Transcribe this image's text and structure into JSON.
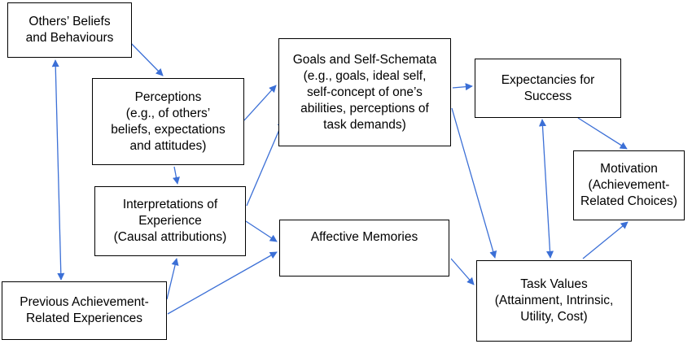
{
  "diagram": {
    "arrow_color": "#3b6fd6",
    "nodes": {
      "others_beliefs": {
        "lines": [
          "Others’ Beliefs",
          "and Behaviours"
        ]
      },
      "perceptions": {
        "lines": [
          "Perceptions",
          "(e.g., of others’",
          "beliefs, expectations",
          "and attitudes)"
        ]
      },
      "interpretations": {
        "lines": [
          "Interpretations of",
          "Experience",
          "(Causal attributions)"
        ]
      },
      "previous": {
        "lines": [
          "Previous Achievement-",
          "Related Experiences"
        ]
      },
      "goals": {
        "lines": [
          "Goals and Self-Schemata",
          "(e.g., goals, ideal self,",
          "self-concept of one’s",
          "abilities, perceptions of",
          "task demands)"
        ]
      },
      "affective": {
        "lines": [
          "Affective Memories"
        ]
      },
      "expectancies": {
        "lines": [
          "Expectancies for",
          "Success"
        ]
      },
      "motivation": {
        "lines": [
          "Motivation",
          "(Achievement-",
          "Related Choices)"
        ]
      },
      "task_values": {
        "lines": [
          "Task Values",
          "(Attainment, Intrinsic,",
          "Utility, Cost)"
        ]
      }
    },
    "edges": [
      {
        "from": "others_beliefs",
        "to": "perceptions",
        "bidirectional": false
      },
      {
        "from": "others_beliefs",
        "to": "previous",
        "bidirectional": true
      },
      {
        "from": "perceptions",
        "to": "interpretations",
        "bidirectional": false
      },
      {
        "from": "perceptions",
        "to": "goals",
        "bidirectional": false
      },
      {
        "from": "interpretations",
        "to": "goals",
        "bidirectional": false
      },
      {
        "from": "interpretations",
        "to": "affective",
        "bidirectional": false
      },
      {
        "from": "previous",
        "to": "interpretations",
        "bidirectional": false
      },
      {
        "from": "previous",
        "to": "affective",
        "bidirectional": false
      },
      {
        "from": "goals",
        "to": "expectancies",
        "bidirectional": false
      },
      {
        "from": "goals",
        "to": "task_values",
        "bidirectional": false
      },
      {
        "from": "affective",
        "to": "task_values",
        "bidirectional": false
      },
      {
        "from": "expectancies",
        "to": "task_values",
        "bidirectional": true
      },
      {
        "from": "expectancies",
        "to": "motivation",
        "bidirectional": false
      },
      {
        "from": "task_values",
        "to": "motivation",
        "bidirectional": false
      }
    ]
  }
}
